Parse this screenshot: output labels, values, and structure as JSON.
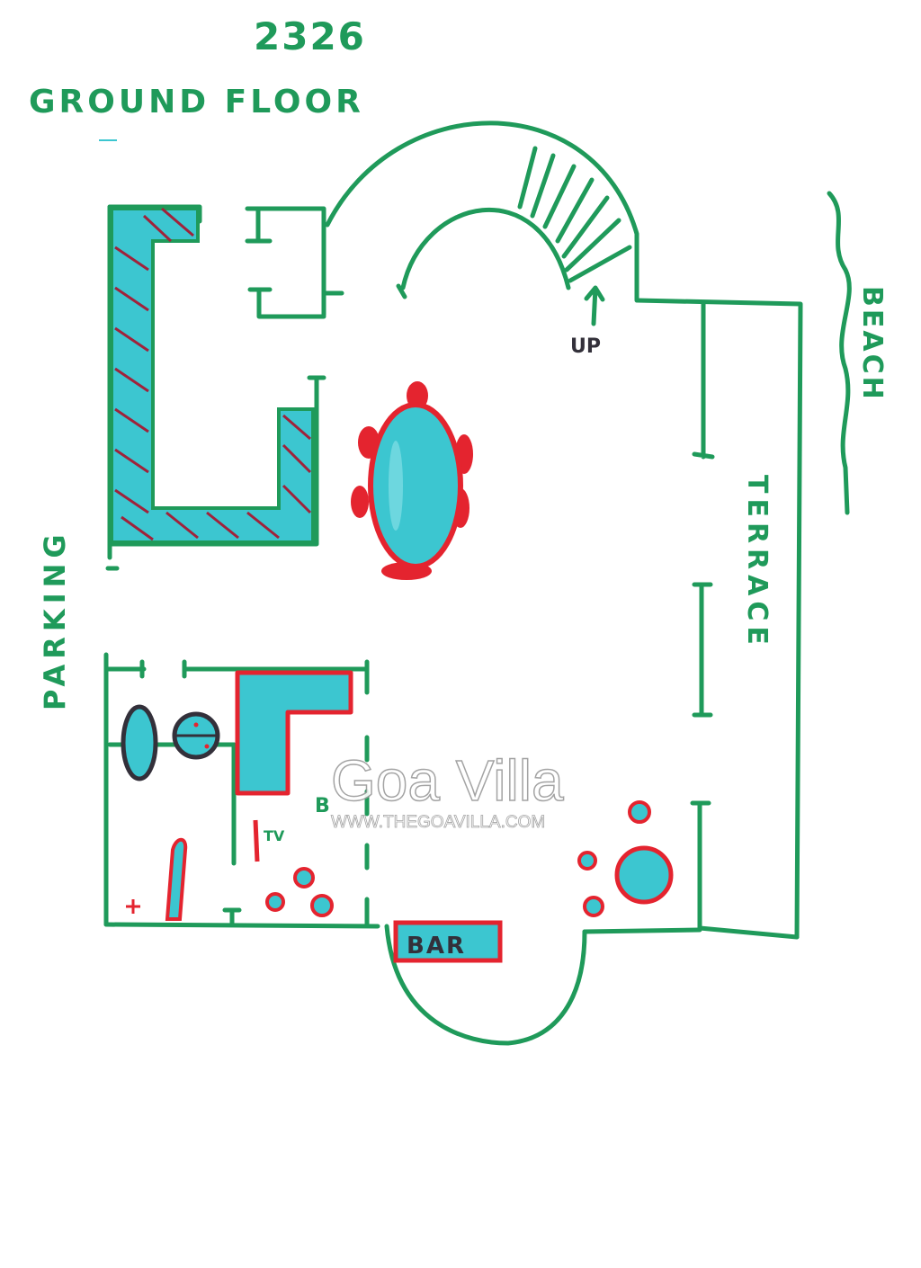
{
  "header": {
    "plan_number": "2326",
    "floor_title": "GROUND FLOOR"
  },
  "labels": {
    "stairs_up": "UP",
    "beach": "BEACH",
    "terrace": "TERRACE",
    "parking": "PARKING",
    "tv": "TV",
    "bar": "BAR",
    "b_mark": "B"
  },
  "watermark": {
    "brand": "Goa Villa",
    "url": "WWW.THEGOAVILLA.COM"
  },
  "colors": {
    "wall": "#1f9a5a",
    "furniture_outline": "#e4242f",
    "furniture_fill": "#3cc6d0",
    "label_text": "#1f9a5a",
    "dark_outline": "#33303a"
  }
}
